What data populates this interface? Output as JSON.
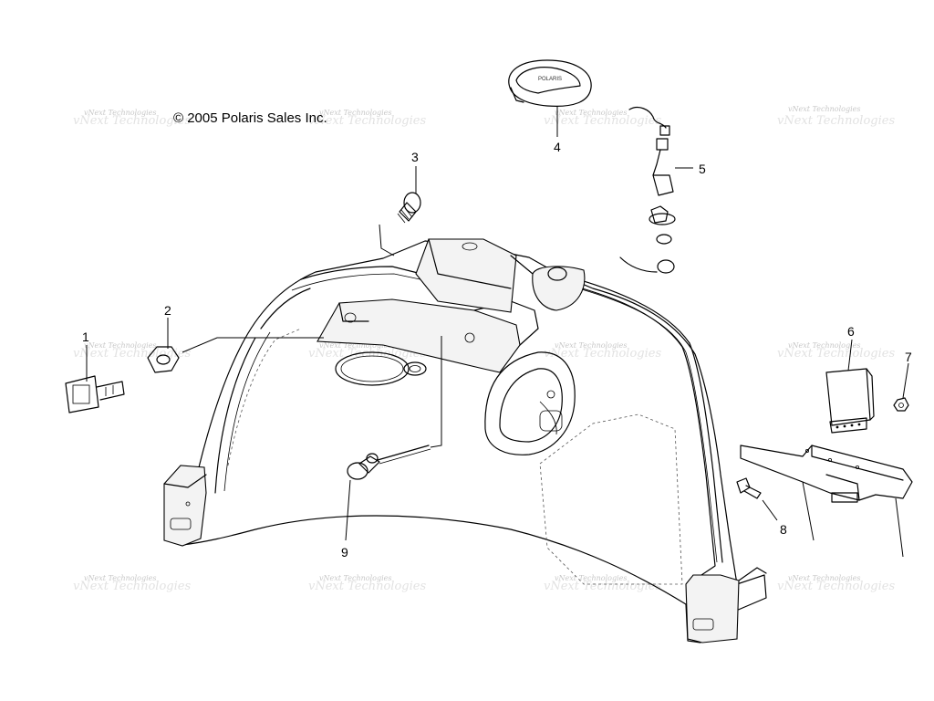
{
  "copyright": "© 2005 Polaris Sales Inc.",
  "watermark": {
    "text": "vNext Technologies"
  },
  "brand_mark": "POLARIS",
  "callouts": [
    {
      "id": "1",
      "part": "key"
    },
    {
      "id": "2",
      "part": "nut"
    },
    {
      "id": "3",
      "part": "grommet"
    },
    {
      "id": "4",
      "part": "strap"
    },
    {
      "id": "5",
      "part": "fuel-cap-assembly"
    },
    {
      "id": "6",
      "part": "module"
    },
    {
      "id": "7",
      "part": "nut-small"
    },
    {
      "id": "8",
      "part": "bolt"
    },
    {
      "id": "9",
      "part": "push-button"
    }
  ]
}
